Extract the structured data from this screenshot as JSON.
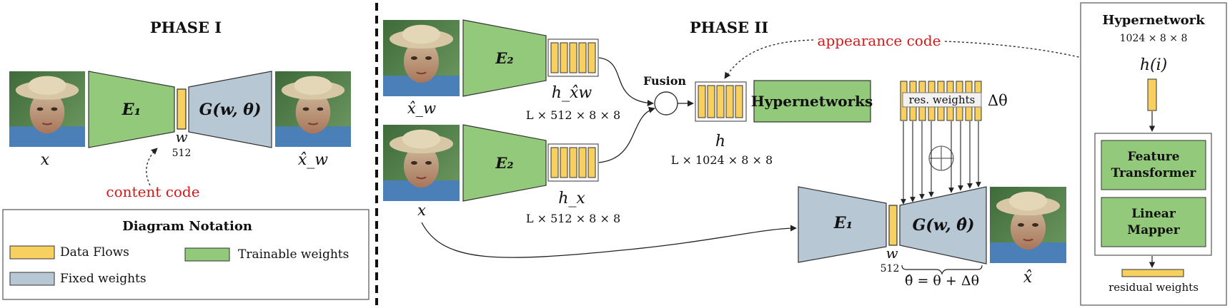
{
  "phase1": {
    "title": "PHASE I",
    "input_label": "x",
    "encoder_label": "E₁",
    "latent_label": "w",
    "latent_dim": "512",
    "generator_label": "G(w, θ)",
    "output_label": "x̂_w",
    "content_code": "content code"
  },
  "legend": {
    "title": "Diagram Notation",
    "items": [
      {
        "label": "Data Flows",
        "color": "#f7d060"
      },
      {
        "label": "Trainable weights",
        "color": "#93c97a"
      },
      {
        "label": "Fixed weights",
        "color": "#b8c7d4"
      }
    ]
  },
  "phase2": {
    "title": "PHASE II",
    "appearance_code": "appearance code",
    "top_input_label": "x̂_w",
    "bottom_input_label": "x",
    "encoder2_label": "E₂",
    "h_xw_label": "h_x̂w",
    "h_xw_dims": "L × 512 × 8 × 8",
    "h_x_label": "h_x",
    "h_x_dims": "L × 512 × 8 × 8",
    "fusion_label": "Fusion",
    "h_label": "h",
    "h_dims": "L × 1024 × 8 × 8",
    "hypernetworks_label": "Hypernetworks",
    "res_weights_label": "res. weights",
    "delta_theta_label": "Δθ",
    "encoder1_label": "E₁",
    "latent_label": "w",
    "latent_dim": "512",
    "generator_label": "G(w, θ̂)",
    "theta_eq": "θ̂ = θ + Δθ",
    "output_label": "x̂"
  },
  "hypernetwork_panel": {
    "title": "Hypernetwork",
    "dims": "1024 × 8 × 8",
    "h_i_label": "h(i)",
    "feature_transformer": "Feature Transformer",
    "linear_mapper": "Linear Mapper",
    "residual_weights": "residual weights"
  },
  "colors": {
    "data": "#f7d060",
    "trainable": "#93c97a",
    "fixed": "#b8c7d4",
    "accent": "#d11a1a"
  }
}
